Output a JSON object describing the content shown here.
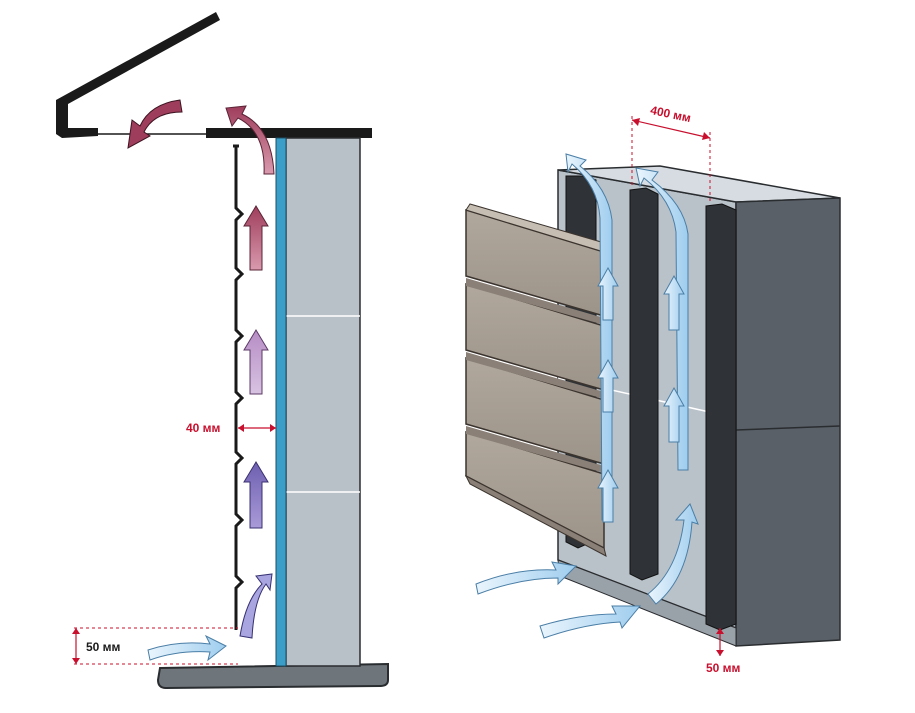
{
  "labels": {
    "gap_width": "40 мм",
    "bottom_gap_left": "50 мм",
    "batten_spacing": "400 мм",
    "bottom_gap_right": "50 мм"
  },
  "colors": {
    "dimension": "#c8102e",
    "roof": "#1a1a1a",
    "wall": "#b8c0c8",
    "wall_dark": "#8e979f",
    "membrane": "#3a9ec9",
    "ground": "#6e757b",
    "siding": "#a79d92",
    "siding_dark": "#8a8077",
    "batten": "#2f3338",
    "block_dark": "#5a6068",
    "air_light": "#cfe7f8",
    "air_pink": "#b4566e",
    "air_violet": "#8a6fb8"
  }
}
